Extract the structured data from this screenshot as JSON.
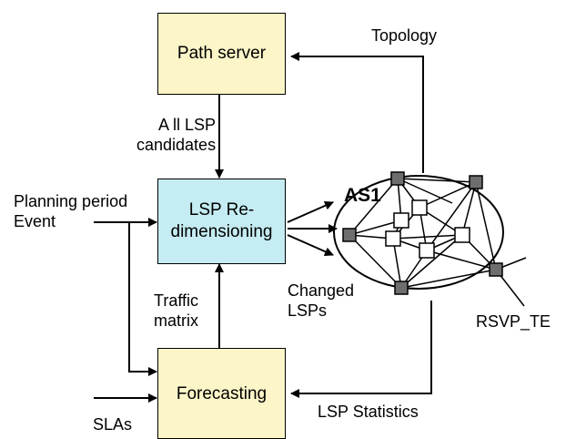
{
  "boxes": {
    "path_server": "Path server",
    "lsp_redim_line1": "LSP Re-",
    "lsp_redim_line2": "dimensioning",
    "forecasting": "Forecasting"
  },
  "labels": {
    "topology": "Topology",
    "all_lsp_line1": "A ll LSP",
    "all_lsp_line2": "candidates",
    "planning_line1": "Planning period",
    "planning_line2": "Event",
    "traffic_line1": "Traffic",
    "traffic_line2": "matrix",
    "changed_line1": "Changed",
    "changed_line2": "LSPs",
    "rsvp_te": "RSVP_TE",
    "lsp_statistics": "LSP Statistics",
    "slas": "SLAs",
    "as1": "AS1"
  },
  "colors": {
    "yellow_box": "#fbf5c8",
    "cyan_box": "#c4ecf2",
    "router_dark": "#6e6e6e",
    "router_light": "#ffffff"
  }
}
